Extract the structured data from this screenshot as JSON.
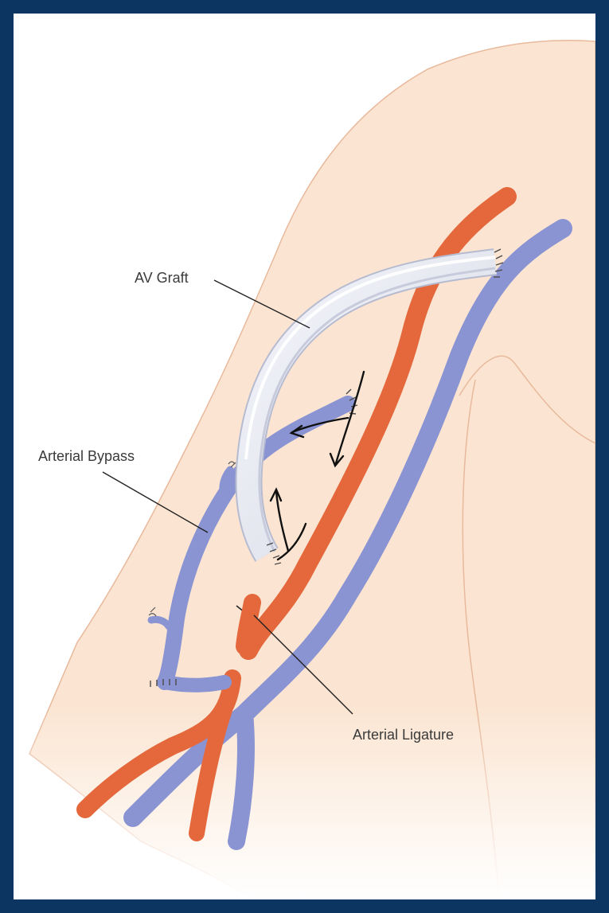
{
  "labels": {
    "av_graft": "AV Graft",
    "arterial_bypass": "Arterial Bypass",
    "arterial_ligature": "Arterial Ligature"
  },
  "colors": {
    "frame": "#0c3561",
    "skin": "#fbe5d2",
    "skin_outline": "#e8b99c",
    "artery": "#e4683c",
    "vein": "#8a94d2",
    "graft": "#e8eaf2",
    "leader": "#222222"
  }
}
